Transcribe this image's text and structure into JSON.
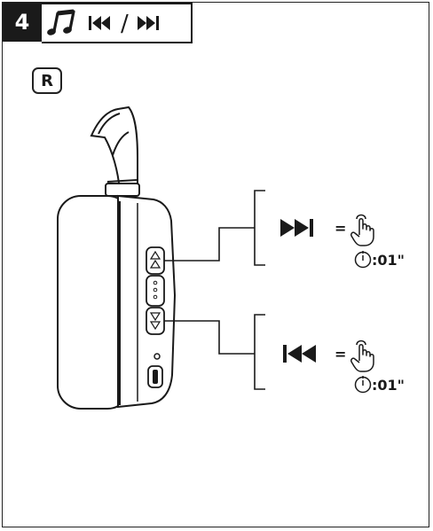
{
  "header": {
    "step_number": "4",
    "music_icon": "music-note-icon",
    "previous_icon": "skip-previous-icon",
    "separator": "/",
    "next_icon": "skip-next-icon"
  },
  "side_label": "R",
  "actions": [
    {
      "id": "next-track",
      "icon": "skip-next-icon",
      "equals": "=",
      "gesture_icon": "press-hand-icon",
      "timer_icon": "stopwatch-icon",
      "duration": ":01\""
    },
    {
      "id": "previous-track",
      "icon": "skip-previous-icon",
      "equals": "=",
      "gesture_icon": "press-hand-icon",
      "timer_icon": "stopwatch-icon",
      "duration": ":01\""
    }
  ],
  "colors": {
    "ink": "#1a1a1a",
    "background": "#ffffff"
  }
}
